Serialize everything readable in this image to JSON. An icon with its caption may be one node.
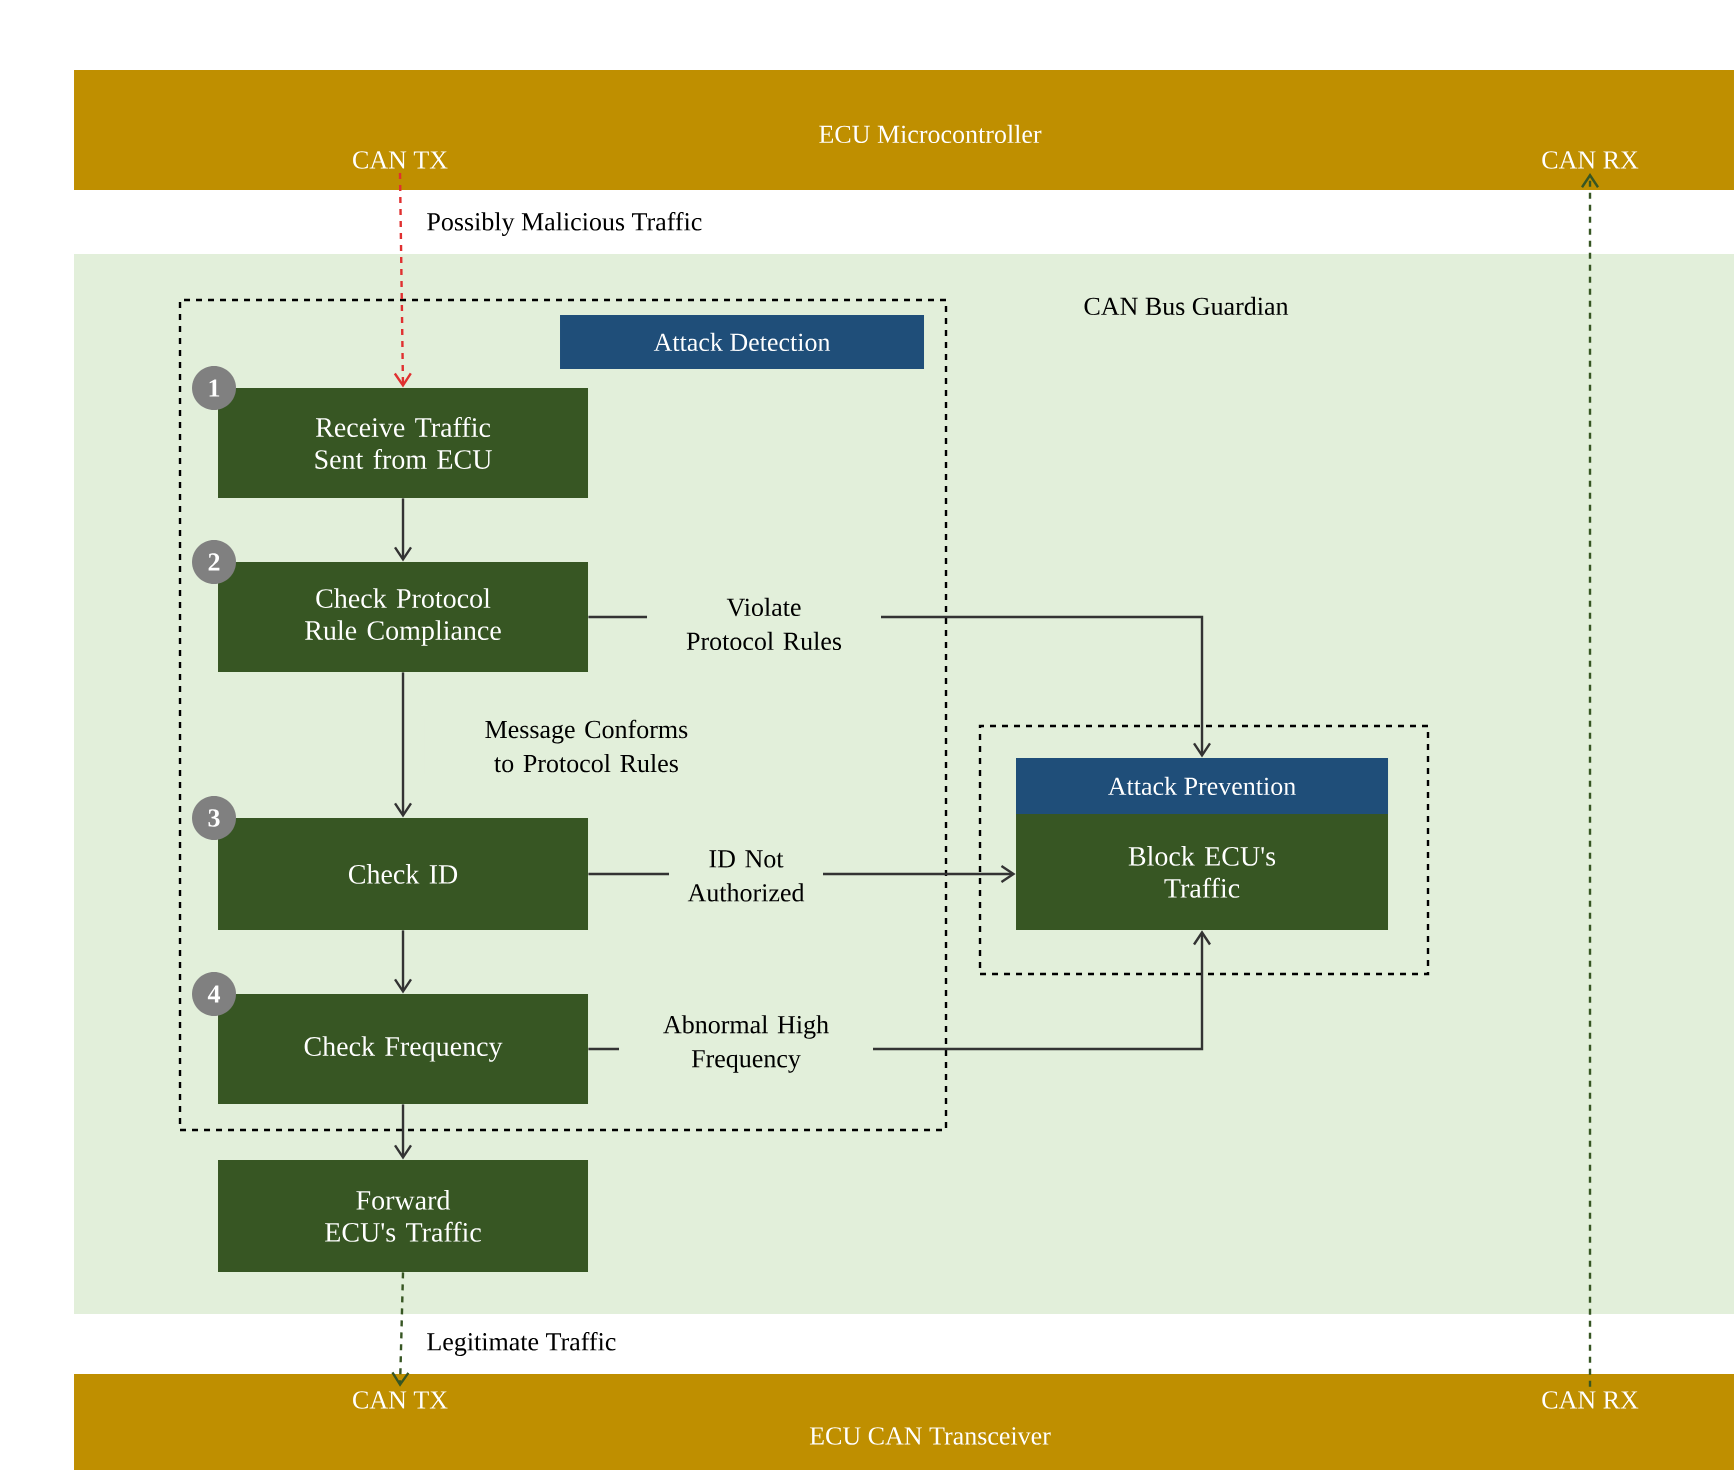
{
  "diagram": {
    "nodes": [
      {
        "text": [
          "ECU Microcontroller"
        ]
      },
      {
        "text": [
          "CAN TX"
        ],
        "in": 0
      },
      {
        "text": [
          "CAN RX"
        ],
        "in": 0
      },
      {
        "text": [
          "CAN Bus Guardian"
        ]
      },
      {
        "text": [
          "Attack Detection"
        ],
        "in": 3
      },
      {
        "text": [
          "Receive Traffic Sent from ECU"
        ],
        "beside": [
          "1"
        ],
        "in": 4
      },
      {
        "text": [
          "Check Protocol Rule Compliance"
        ],
        "beside": [
          "2"
        ],
        "in": 4
      },
      {
        "text": [
          "Check ID"
        ],
        "beside": [
          "3"
        ],
        "in": 4
      },
      {
        "text": [
          "Check Frequency"
        ],
        "beside": [
          "4"
        ],
        "in": 4
      },
      {
        "text": [
          "Forward ECU's Traffic"
        ],
        "in": 3
      },
      {
        "text": [],
        "shape": "box",
        "in": 3
      },
      {
        "text": [
          "Attack Prevention",
          "Block ECU's Traffic"
        ],
        "in": 10
      },
      {
        "text": [
          "ECU CAN Transceiver"
        ]
      },
      {
        "text": [
          "CAN TX"
        ],
        "in": 12
      },
      {
        "text": [
          "CAN RX"
        ],
        "in": 12
      }
    ],
    "edges": [
      {
        "from": 1,
        "to": 5,
        "arrow": "to",
        "label": "Possibly Malicious Traffic",
        "style": "dashed",
        "color": "#e03030"
      },
      {
        "from": 5,
        "to": 6,
        "arrow": "to"
      },
      {
        "from": 6,
        "to": 7,
        "arrow": "to",
        "label": "Message Conforms to Protocol Rules"
      },
      {
        "from": 7,
        "to": 8,
        "arrow": "to"
      },
      {
        "from": 8,
        "to": 9,
        "arrow": "to"
      },
      {
        "from": 6,
        "to": 11,
        "arrow": "to",
        "label": "Violate Protocol Rules"
      },
      {
        "from": 7,
        "to": 11,
        "arrow": "to",
        "label": "ID Not Authorized"
      },
      {
        "from": 8,
        "to": 11,
        "arrow": "to",
        "label": "Abnormal High Frequency"
      },
      {
        "from": 9,
        "to": 13,
        "arrow": "to",
        "label": "Legitimate Traffic",
        "style": "dashed",
        "color": "#375623"
      },
      {
        "from": 14,
        "to": 2,
        "arrow": "to",
        "style": "dashed",
        "color": "#375623"
      }
    ]
  }
}
